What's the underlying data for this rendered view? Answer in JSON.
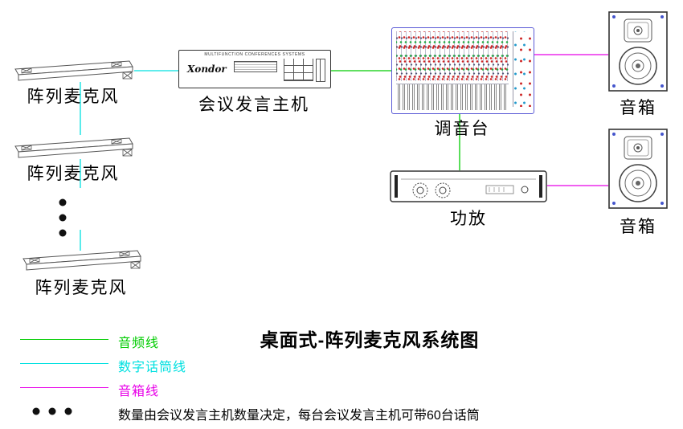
{
  "title": "桌面式-阵列麦克风系统图",
  "colors": {
    "audio": "#00cc00",
    "digital_mic": "#00e0e0",
    "speaker": "#e800e8",
    "dots": "#111111"
  },
  "nodes": {
    "mic1": {
      "label": "阵列麦克风"
    },
    "mic2": {
      "label": "阵列麦克风"
    },
    "mic3": {
      "label": "阵列麦克风"
    },
    "host": {
      "label": "会议发言主机",
      "brand": "Xondor",
      "header": "MULTIFUNCTION CONFERENCES SYSTEMS"
    },
    "mixer": {
      "label": "调音台"
    },
    "amp": {
      "label": "功放"
    },
    "speaker_top": {
      "label": "音箱"
    },
    "speaker_bottom": {
      "label": "音箱"
    }
  },
  "legend": {
    "items": [
      {
        "id": "audio-line",
        "label": "音频线"
      },
      {
        "id": "digital-mic-line",
        "label": "数字话筒线"
      },
      {
        "id": "speaker-line",
        "label": "音箱线"
      }
    ],
    "note": "数量由会议发言主机数量决定，每台会议发言主机可带60台话筒"
  }
}
